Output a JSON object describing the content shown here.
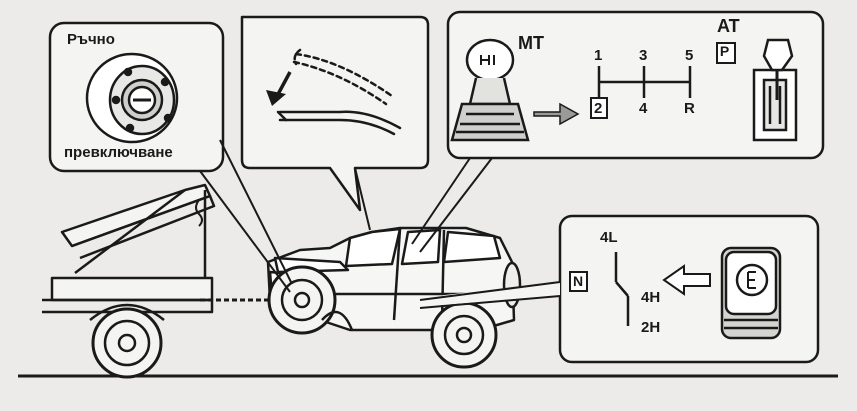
{
  "callouts": {
    "manual_switch": {
      "line1": "Ръчно",
      "line2": "превключване"
    },
    "transmission": {
      "mt_label": "MT",
      "at_label": "AT",
      "park_label": "P",
      "gear_labels": [
        "1",
        "3",
        "5",
        "2",
        "4",
        "R"
      ],
      "selected_gear": "2"
    },
    "transfer": {
      "neutral_label": "N",
      "positions": [
        "4L",
        "4H",
        "2H"
      ]
    }
  },
  "colors": {
    "ink": "#1a1a1a",
    "paper": "#ecebe9",
    "panel": "#f4f4f2"
  }
}
